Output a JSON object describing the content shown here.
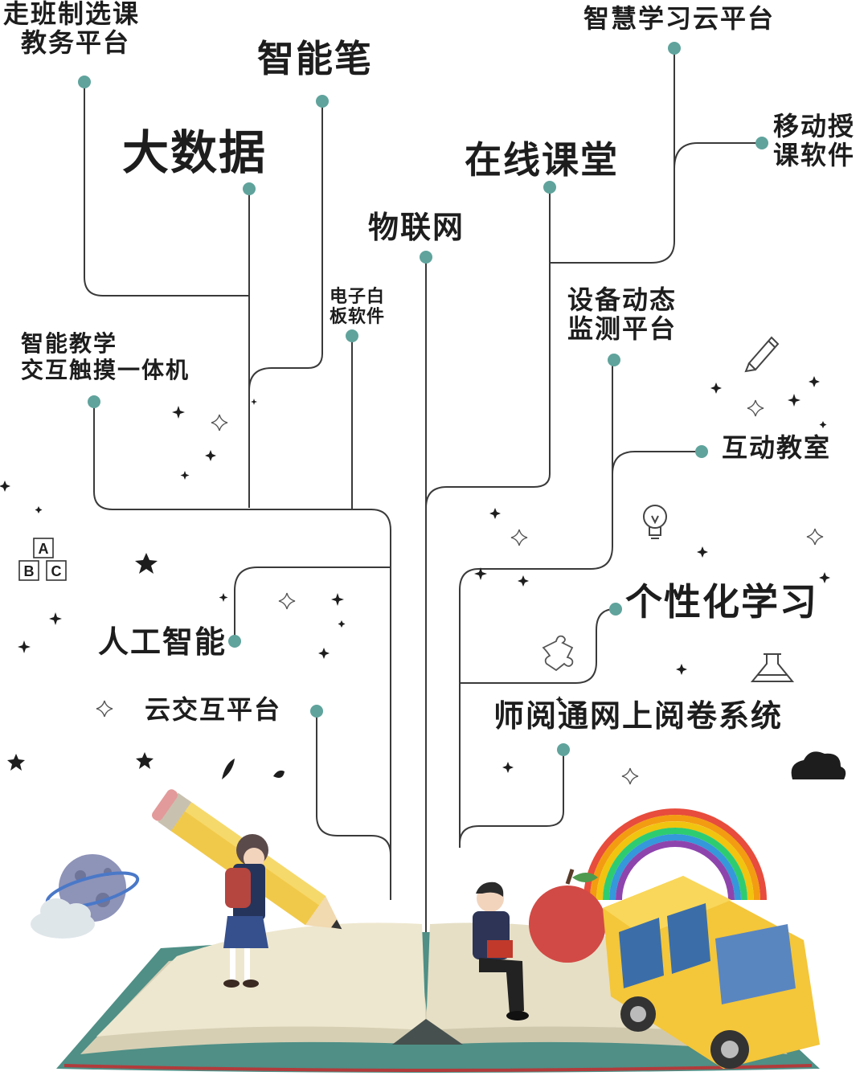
{
  "colors": {
    "node": "#5fa39c",
    "line": "#3a3a3a",
    "text": "#1d1d1d",
    "book_cover": "#4f8f86",
    "book_page": "#e9e2c9",
    "pencil": "#f1c94a",
    "bus": "#f4c63a",
    "apple": "#d24a45"
  },
  "labels": {
    "zoubanzhi_line1": "走班制选课",
    "zoubanzhi_line2": "教务平台",
    "zhinengbi": "智能笔",
    "zhihui": "智慧学习云平台",
    "yidong_line1": "移动授",
    "yidong_line2": "课软件",
    "dashuju": "大数据",
    "zaixian": "在线课堂",
    "wulianwang": "物联网",
    "dianzi_line1": "电子白",
    "dianzi_line2": "板软件",
    "shebei_line1": "设备动态",
    "shebei_line2": "监测平台",
    "zhineng_line1": "智能教学",
    "zhineng_line2": "交互触摸一体机",
    "hudong": "互动教室",
    "gexinghua": "个性化学习",
    "rengong": "人工智能",
    "yunjiaohu": "云交互平台",
    "shiyuetong": "师阅通网上阅卷系统"
  },
  "decor": {
    "abc_blocks": [
      "A",
      "B",
      "C"
    ],
    "icons": [
      "pencil-icon",
      "lightbulb-icon",
      "puzzle-icon",
      "flask-icon",
      "cloud-icon",
      "planet-icon",
      "star-icon",
      "sparkle-icon"
    ]
  }
}
